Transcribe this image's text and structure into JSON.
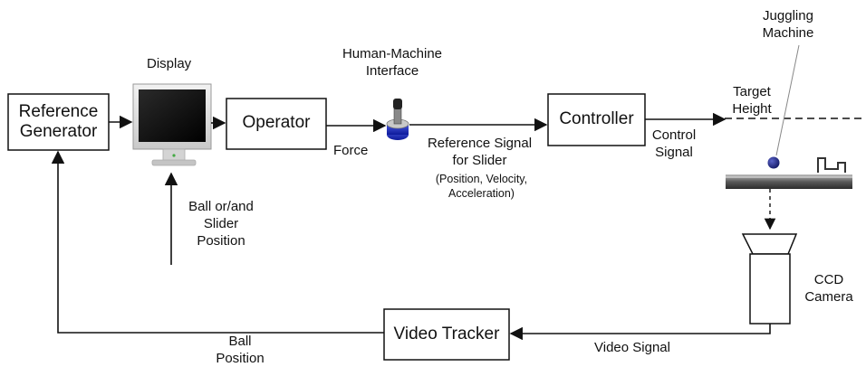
{
  "blocks": {
    "reference_generator": "Reference\nGenerator",
    "operator": "Operator",
    "controller": "Controller",
    "video_tracker": "Video Tracker"
  },
  "labels": {
    "display": "Display",
    "hmi": "Human-Machine\nInterface",
    "juggling_machine": "Juggling\nMachine",
    "target_height": "Target\nHeight",
    "force": "Force",
    "reference_signal": "Reference Signal\nfor Slider",
    "reference_signal_detail": "(Position, Velocity,\nAcceleration)",
    "control_signal": "Control\nSignal",
    "ccd_camera": "CCD\nCamera",
    "video_signal": "Video Signal",
    "ball_position": "Ball\nPosition",
    "ball_slider_position": "Ball or/and\nSlider\nPosition"
  }
}
